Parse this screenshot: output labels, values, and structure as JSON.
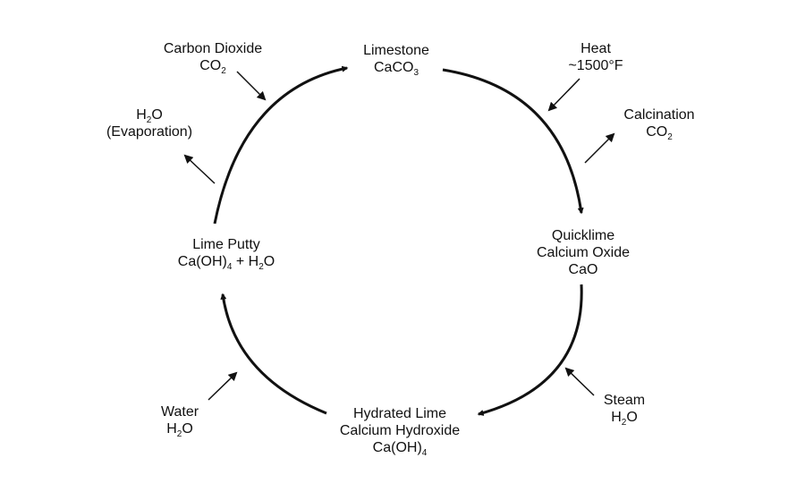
{
  "colors": {
    "ink": "#111111",
    "background": "#ffffff"
  },
  "nodes": {
    "limestone": {
      "name": "Limestone",
      "formula": {
        "a": "CaCO",
        "sub": "3"
      }
    },
    "quicklime": {
      "name": "Quicklime",
      "alt": "Calcium Oxide",
      "formula": "CaO"
    },
    "hydrated": {
      "name": "Hydrated Lime",
      "alt": "Calcium Hydroxide",
      "formula": {
        "a": "Ca(OH)",
        "sub": "4"
      }
    },
    "putty": {
      "name": "Lime Putty",
      "formula": {
        "a": "Ca(OH)",
        "sub": "4",
        "b": " + H",
        "sub2": "2",
        "c": "O"
      }
    }
  },
  "inputs": {
    "co2_in": {
      "name": "Carbon Dioxide",
      "formula": {
        "a": "CO",
        "sub": "2"
      }
    },
    "heat": {
      "name": "Heat",
      "value": "~1500°F"
    },
    "steam": {
      "name": "Steam",
      "formula": {
        "a": "H",
        "sub": "2",
        "b": "O"
      }
    },
    "water": {
      "name": "Water",
      "formula": {
        "a": "H",
        "sub": "2",
        "b": "O"
      }
    }
  },
  "outputs": {
    "calcination": {
      "name": "Calcination",
      "formula": {
        "a": "CO",
        "sub": "2"
      }
    },
    "evaporation": {
      "formula": {
        "a": "H",
        "sub": "2",
        "b": "O"
      },
      "note": "(Evaporation)"
    }
  }
}
